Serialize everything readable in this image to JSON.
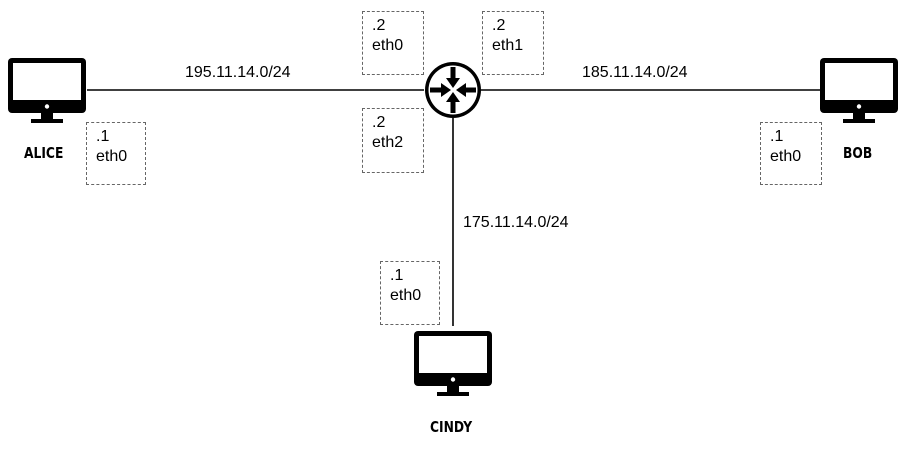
{
  "hosts": {
    "alice": {
      "name": "ALICE"
    },
    "bob": {
      "name": "BOB"
    },
    "cindy": {
      "name": "CINDY"
    }
  },
  "networks": {
    "alice_link": "195.11.14.0/24",
    "bob_link": "185.11.14.0/24",
    "cindy_link": "175.11.14.0/24"
  },
  "interfaces": {
    "alice": {
      "addr": ".1",
      "dev": "eth0"
    },
    "bob": {
      "addr": ".1",
      "dev": "eth0"
    },
    "cindy": {
      "addr": ".1",
      "dev": "eth0"
    },
    "router_eth0": {
      "addr": ".2",
      "dev": "eth0"
    },
    "router_eth1": {
      "addr": ".2",
      "dev": "eth1"
    },
    "router_eth2": {
      "addr": ".2",
      "dev": "eth2"
    }
  },
  "icons": {
    "computer": "computer-monitor-icon",
    "router": "router-icon"
  },
  "colors": {
    "line": "#000000",
    "dashed_border": "#666666",
    "background": "#ffffff"
  }
}
